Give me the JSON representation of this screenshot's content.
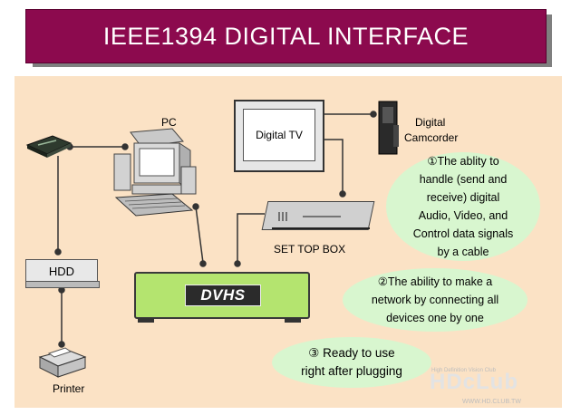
{
  "title": "IEEE1394 DIGITAL INTERFACE",
  "devices": {
    "pc": "PC",
    "digital_tv": "Digital TV",
    "camcorder_line1": "Digital",
    "camcorder_line2": "Camcorder",
    "set_top_box": "SET TOP BOX",
    "hdd": "HDD",
    "dvhs": "DVHS",
    "printer": "Printer"
  },
  "features": [
    {
      "lines": [
        "①The ablity to",
        "handle (send and",
        "receive) digital",
        "Audio, Video, and",
        "Control data signals",
        "by a cable"
      ]
    },
    {
      "lines": [
        "②The ability to make a",
        "network by connecting all",
        "devices one by one"
      ]
    },
    {
      "lines": [
        "③ Ready to use",
        "right after plugging"
      ]
    }
  ],
  "watermark": {
    "logo": "HDcLub",
    "tagline": "High Definition Vision Club",
    "url": "WWW.HD.CLUB.TW"
  },
  "colors": {
    "title_bar": "#8c0a4e",
    "panel": "#fbe2c5",
    "bubble": "#d8f6cf",
    "dvhs": "#b4e46f"
  }
}
